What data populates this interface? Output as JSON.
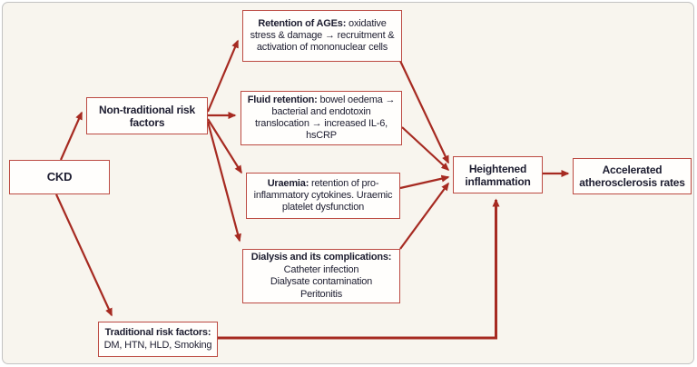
{
  "diagram": {
    "colors": {
      "canvas_background": "#f8f5ee",
      "frame_border": "#c2c2c2",
      "box_border": "#bc4a42",
      "box_fill": "#fffefc",
      "arrow": "#a62a21",
      "text": "#1d1d30"
    },
    "nodes": {
      "ckd": {
        "title": "CKD"
      },
      "nontraditional": {
        "title": "Non-traditional risk factors"
      },
      "ages": {
        "lead": "Retention of AGEs:",
        "body": " oxidative stress & damage → recruitment & activation of mononuclear cells"
      },
      "fluid": {
        "lead": "Fluid retention:",
        "body": " bowel oedema → bacterial and endotoxin translocation → increased IL-6, hsCRP"
      },
      "uraemia": {
        "lead": "Uraemia:",
        "body": " retention of pro-inflammatory cytokines. Uraemic platelet dysfunction"
      },
      "dialysis": {
        "lead": "Dialysis and its complications:",
        "items": [
          "Catheter infection",
          "Dialysate contamination",
          "Peritonitis"
        ]
      },
      "inflammation": {
        "title": "Heightened inflammation"
      },
      "atherosclerosis": {
        "title": "Accelerated atherosclerosis rates"
      },
      "traditional": {
        "lead": "Traditional risk factors:",
        "body": "DM, HTN, HLD, Smoking"
      }
    },
    "edges": [
      {
        "from": "ckd",
        "to": "nontraditional"
      },
      {
        "from": "ckd",
        "to": "traditional"
      },
      {
        "from": "nontraditional",
        "to": "ages"
      },
      {
        "from": "nontraditional",
        "to": "fluid"
      },
      {
        "from": "nontraditional",
        "to": "uraemia"
      },
      {
        "from": "nontraditional",
        "to": "dialysis"
      },
      {
        "from": "ages",
        "to": "inflammation"
      },
      {
        "from": "fluid",
        "to": "inflammation"
      },
      {
        "from": "uraemia",
        "to": "inflammation"
      },
      {
        "from": "dialysis",
        "to": "inflammation"
      },
      {
        "from": "traditional",
        "to": "inflammation"
      },
      {
        "from": "inflammation",
        "to": "atherosclerosis"
      }
    ]
  }
}
